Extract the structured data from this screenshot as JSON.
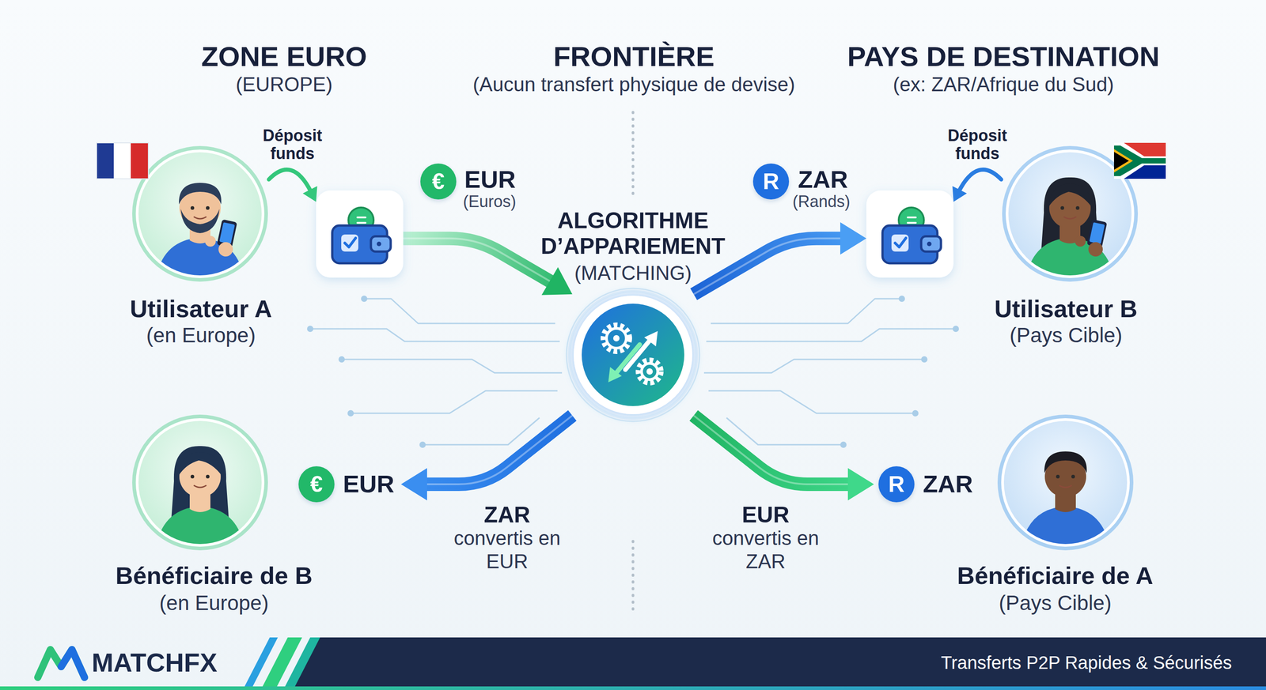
{
  "diagram": {
    "nodes": [
      {
        "text": [
          "Utilisateur A",
          "(en Europe)"
        ]
      },
      {
        "text": [
          "€",
          "EUR",
          "(Euros)"
        ]
      },
      {
        "text": [
          "ALGORITHME D’APPARIEMENT",
          "(MATCHING)"
        ]
      },
      {
        "text": [
          "R",
          "ZAR",
          "(Rands)"
        ]
      },
      {
        "text": [
          "Utilisateur B",
          "(Pays Cible)"
        ]
      },
      {
        "text": [
          "€",
          "EUR",
          "Bénéficiaire de B",
          "(en Europe)"
        ]
      },
      {
        "text": [
          "R",
          "ZAR",
          "Bénéficiaire de A",
          "(Pays Cible)"
        ]
      }
    ],
    "edges": [
      {
        "from": 0,
        "to": 1,
        "label": "Déposit funds",
        "arrow": "to"
      },
      {
        "from": 1,
        "to": 2,
        "arrow": "to"
      },
      {
        "from": 4,
        "to": 3,
        "label": "Déposit funds",
        "arrow": "to"
      },
      {
        "from": 2,
        "to": 3,
        "arrow": "to"
      },
      {
        "from": 2,
        "to": 5,
        "label": "ZAR convertis en EUR",
        "arrow": "to"
      },
      {
        "from": 2,
        "to": 6,
        "label": "EUR convertis en ZAR",
        "arrow": "to"
      }
    ],
    "labels": [
      "ZONE EURO",
      "(EUROPE)",
      "FRONTIÈRE",
      "(Aucun transfert physique de devise)",
      "PAYS DE DESTINATION",
      "(ex: ZAR/Afrique du Sud)",
      "MATCHFX",
      "Transferts P2P Rapides & Sécurisés"
    ]
  }
}
